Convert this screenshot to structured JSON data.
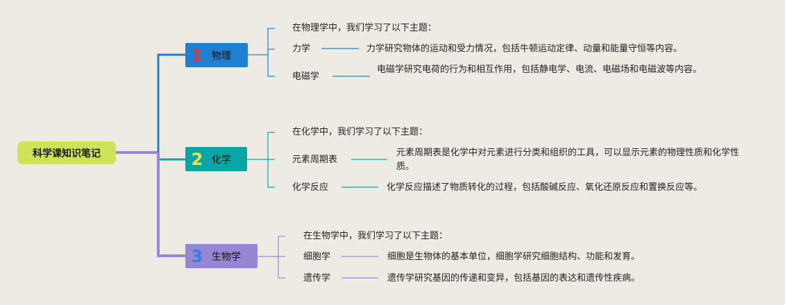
{
  "root": {
    "label": "科学课知识笔记"
  },
  "colors": {
    "background": "#edebe4",
    "root": "#cfe35a",
    "physics": "#1f7fd0",
    "chemistry": "#0aa6a6",
    "biology": "#9786d3"
  },
  "branches": [
    {
      "num": "1",
      "label": "物理",
      "intro": "在物理学中，我们学习了以下主题：",
      "items": [
        {
          "name": "力学",
          "desc": "力学研究物体的运动和受力情况，包括牛顿运动定律、动量和能量守恒等内容。"
        },
        {
          "name": "电磁学",
          "desc": "电磁学研究电荷的行为和相互作用，包括静电学、电流、电磁场和电磁波等内容。"
        }
      ]
    },
    {
      "num": "2",
      "label": "化学",
      "intro": "在化学中，我们学习了以下主题：",
      "items": [
        {
          "name": "元素周期表",
          "desc": "元素周期表是化学中对元素进行分类和组织的工具，可以显示元素的物理性质和化学性质。"
        },
        {
          "name": "化学反应",
          "desc": "化学反应描述了物质转化的过程，包括酸碱反应、氧化还原反应和置换反应等。"
        }
      ]
    },
    {
      "num": "3",
      "label": "生物学",
      "intro": "在生物学中，我们学习了以下主题：",
      "items": [
        {
          "name": "细胞学",
          "desc": "细胞是生物体的基本单位，细胞学研究细胞结构、功能和发育。"
        },
        {
          "name": "遗传学",
          "desc": "遗传学研究基因的传递和变异，包括基因的表达和遗传性疾病。"
        }
      ]
    }
  ]
}
